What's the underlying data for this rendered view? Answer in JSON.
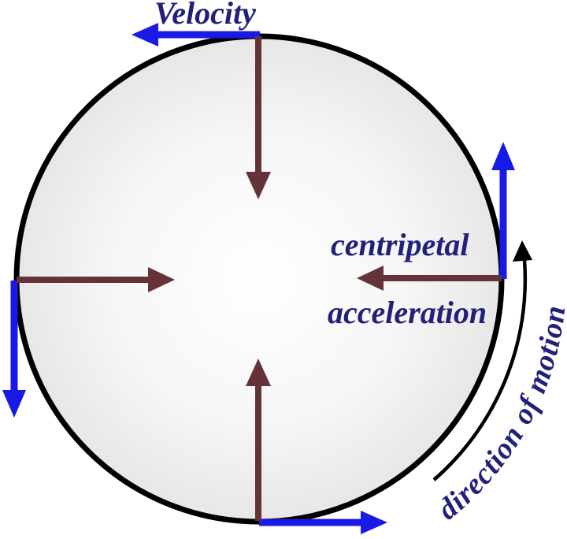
{
  "diagram": {
    "type": "circular-motion physics diagram",
    "background": "#ffffff",
    "circle": {
      "stroke_color": "#000000",
      "fill_center": "#ffffff",
      "fill_mid": "#f6f6f6",
      "fill_edge": "#e7e7e7"
    },
    "labels": {
      "velocity": "Velocity",
      "centripetal": "centripetal",
      "acceleration": "acceleration",
      "direction_of_motion": "direction of motion"
    },
    "label_color": "#21217a",
    "velocity_arrows": {
      "color": "#1a1ae6",
      "positions": [
        "top of circle, tangent, pointing left",
        "right of circle, tangent, pointing up",
        "bottom of circle, tangent, pointing right",
        "left of circle, tangent, pointing down"
      ]
    },
    "centripetal_arrows": {
      "color": "#643239",
      "positions": [
        "from top edge toward center (down)",
        "from right edge toward center (left)",
        "from bottom edge toward center (up)",
        "from left edge toward center (right)"
      ]
    },
    "direction_arrow": {
      "color": "#000000",
      "description": "curved arrow outside lower-right of circle pointing counterclockwise (up)"
    }
  }
}
